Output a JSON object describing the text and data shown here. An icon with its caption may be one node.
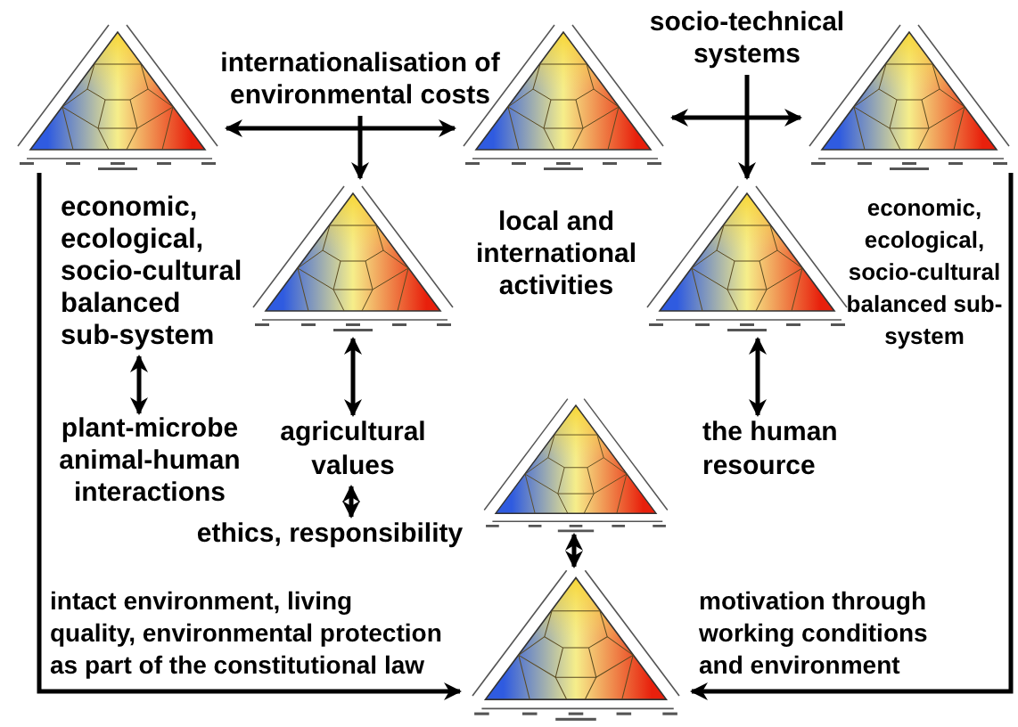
{
  "diagram": {
    "nodes": [
      {
        "text": [],
        "shape": "triangle"
      },
      {
        "text": [
          "internationalisation of environmental costs"
        ]
      },
      {
        "text": [],
        "shape": "triangle"
      },
      {
        "text": [
          "socio-technical systems"
        ]
      },
      {
        "text": [],
        "shape": "triangle"
      },
      {
        "text": [],
        "shape": "triangle"
      },
      {
        "text": [
          "economic, ecological, socio-cultural balanced sub-system"
        ]
      },
      {
        "text": [],
        "shape": "triangle"
      },
      {
        "text": [
          "economic, ecological, socio-cultural balanced sub-system"
        ]
      },
      {
        "text": [
          "plant-microbe animal-human interactions"
        ]
      },
      {
        "text": [
          "agricultural values"
        ]
      },
      {
        "text": [
          "the human resource"
        ]
      },
      {
        "text": [],
        "shape": "triangle"
      },
      {
        "text": [
          "ethics, responsibility"
        ]
      },
      {
        "text": [],
        "shape": "triangle"
      }
    ],
    "edges": [
      {
        "from": 0,
        "to": 2,
        "arrow": "both"
      },
      {
        "from": 1,
        "to": 5,
        "arrow": "to"
      },
      {
        "from": 2,
        "to": 4,
        "arrow": "both"
      },
      {
        "from": 3,
        "to": 7,
        "arrow": "to"
      },
      {
        "from": 6,
        "to": 9,
        "arrow": "both"
      },
      {
        "from": 5,
        "to": 10,
        "arrow": "both"
      },
      {
        "from": 7,
        "to": 11,
        "arrow": "both"
      },
      {
        "from": 10,
        "to": 13,
        "arrow": "both"
      },
      {
        "from": 12,
        "to": 14,
        "arrow": "both"
      },
      {
        "from": 0,
        "to": 14,
        "arrow": "to",
        "label": "intact environment, living quality, environmental protection as part of the constitutional law"
      },
      {
        "from": 4,
        "to": 14,
        "arrow": "to",
        "label": "motivation through working conditions and environment"
      }
    ],
    "labels": [
      "local and international activities"
    ]
  }
}
